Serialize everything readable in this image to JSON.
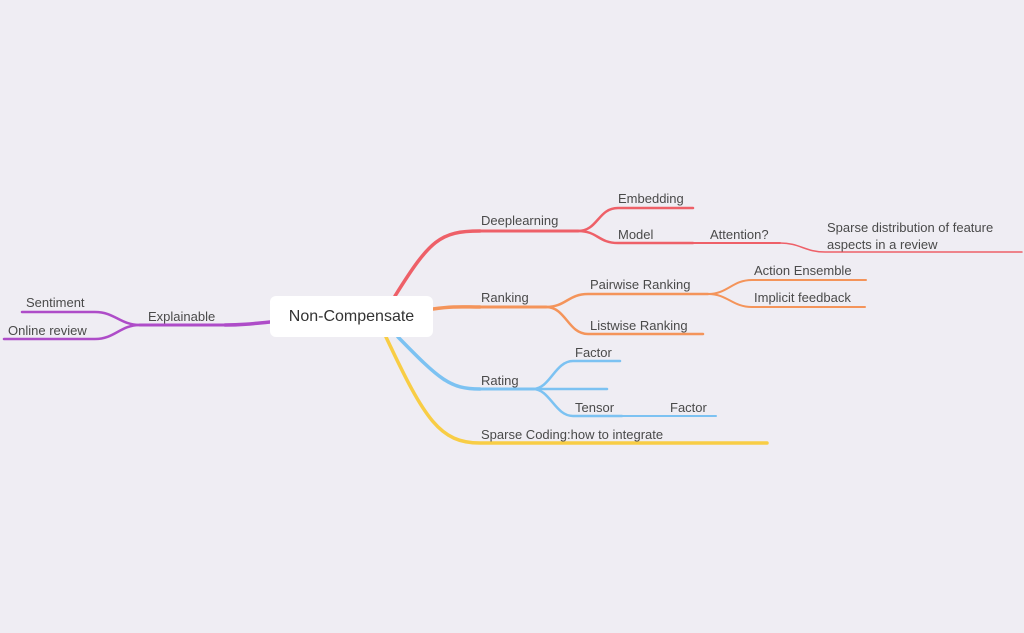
{
  "root": {
    "label": "Non-Compensate"
  },
  "colors": {
    "red": "#ee6068",
    "orange": "#f4945a",
    "blue": "#7cc2f2",
    "yellow": "#f8cd45",
    "purple": "#ae4cc8",
    "background": "#efedf3"
  },
  "branches": {
    "deeplearning": {
      "label": "Deeplearning",
      "embedding": "Embedding",
      "model": "Model",
      "attention": "Attention?",
      "sparse_dist": "Sparse distribution of feature aspects in a review"
    },
    "ranking": {
      "label": "Ranking",
      "pairwise": "Pairwise Ranking",
      "action_ensemble": "Action Ensemble",
      "implicit_feedback": "Implicit feedback",
      "listwise": "Listwise Ranking"
    },
    "rating": {
      "label": "Rating",
      "factor": "Factor",
      "empty": "",
      "tensor": "Tensor",
      "tensor_factor": "Factor"
    },
    "sparse_coding": {
      "label": "Sparse Coding:how to integrate"
    },
    "explainable": {
      "label": "Explainable",
      "sentiment": "Sentiment",
      "online_review": "Online review"
    }
  }
}
